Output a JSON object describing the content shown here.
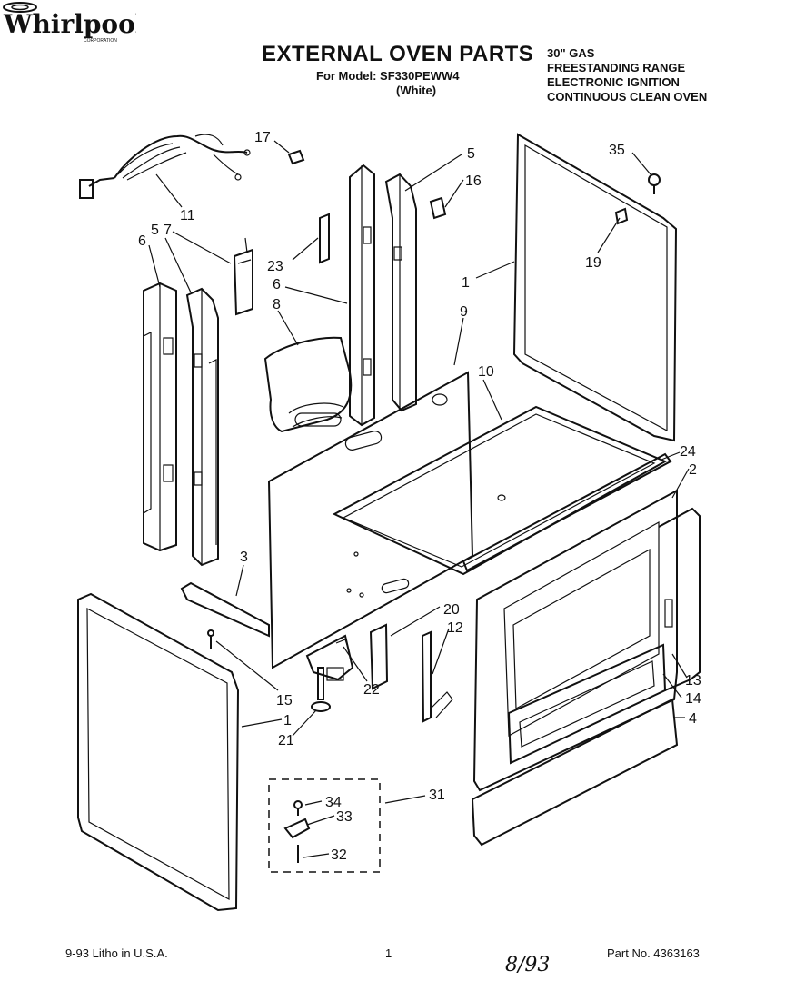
{
  "header": {
    "brand": "Whirlpool",
    "brand_sub": "CORPORATION",
    "title": "EXTERNAL OVEN PARTS",
    "model_line": "For Model: SF330PEWW4",
    "color_line": "(White)",
    "product_lines": [
      "30\" GAS",
      "FREESTANDING RANGE",
      "ELECTRONIC IGNITION",
      "CONTINUOUS CLEAN OVEN"
    ]
  },
  "callouts": [
    {
      "id": "c17",
      "label": "17"
    },
    {
      "id": "c11",
      "label": "11"
    },
    {
      "id": "c7",
      "label": "7"
    },
    {
      "id": "c6a",
      "label": "6"
    },
    {
      "id": "c5a",
      "label": "5"
    },
    {
      "id": "c23",
      "label": "23"
    },
    {
      "id": "c6b",
      "label": "6"
    },
    {
      "id": "c8",
      "label": "8"
    },
    {
      "id": "c5b",
      "label": "5"
    },
    {
      "id": "c16",
      "label": "16"
    },
    {
      "id": "c35",
      "label": "35"
    },
    {
      "id": "c19",
      "label": "19"
    },
    {
      "id": "c1a",
      "label": "1"
    },
    {
      "id": "c9",
      "label": "9"
    },
    {
      "id": "c10",
      "label": "10"
    },
    {
      "id": "c24",
      "label": "24"
    },
    {
      "id": "c2",
      "label": "2"
    },
    {
      "id": "c3",
      "label": "3"
    },
    {
      "id": "c20",
      "label": "20"
    },
    {
      "id": "c12",
      "label": "12"
    },
    {
      "id": "c13",
      "label": "13"
    },
    {
      "id": "c14",
      "label": "14"
    },
    {
      "id": "c4",
      "label": "4"
    },
    {
      "id": "c15",
      "label": "15"
    },
    {
      "id": "c22",
      "label": "22"
    },
    {
      "id": "c1b",
      "label": "1"
    },
    {
      "id": "c21",
      "label": "21"
    },
    {
      "id": "c31",
      "label": "31"
    },
    {
      "id": "c34",
      "label": "34"
    },
    {
      "id": "c33",
      "label": "33"
    },
    {
      "id": "c32",
      "label": "32"
    }
  ],
  "footer": {
    "litho": "9-93 Litho in U.S.A.",
    "page": "1",
    "part_no": "Part No. 4363163",
    "handwritten_date": "8/93"
  },
  "colors": {
    "ink": "#111111",
    "paper": "#ffffff"
  }
}
